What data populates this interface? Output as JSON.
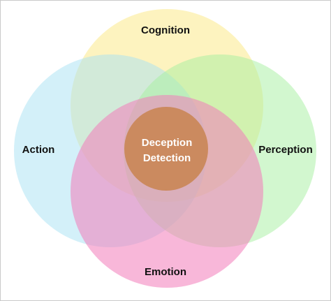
{
  "diagram": {
    "sets": [
      {
        "id": "cognition",
        "label": "Cognition",
        "color": "#FBE98B"
      },
      {
        "id": "perception",
        "label": "Perception",
        "color": "#A5F0A0"
      },
      {
        "id": "action",
        "label": "Action",
        "color": "#A8E2F4"
      },
      {
        "id": "emotion",
        "label": "Emotion",
        "color": "#F27BB9"
      }
    ],
    "intersection_color": "#C8844F",
    "center": {
      "line1": "Deception",
      "line2": "Detection"
    }
  }
}
